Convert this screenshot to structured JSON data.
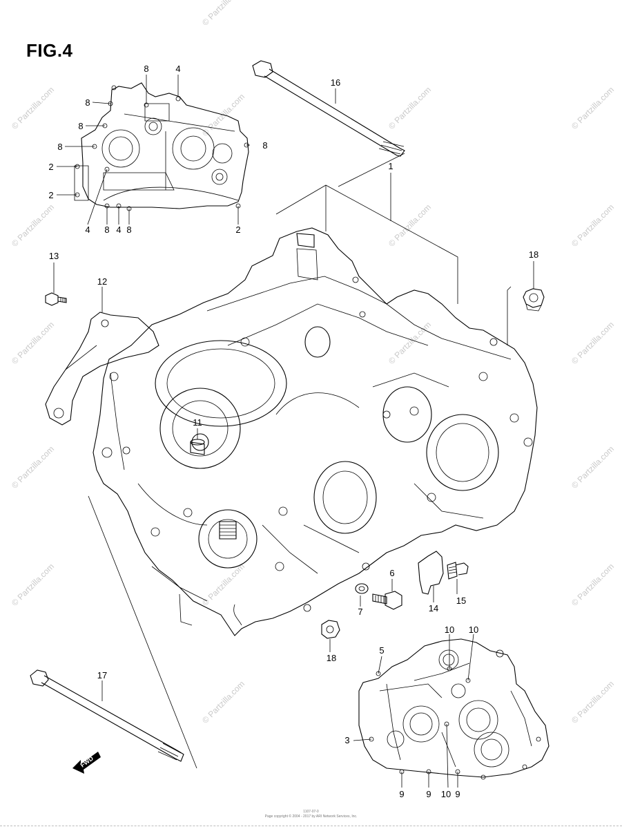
{
  "figure": {
    "title": "FIG.4"
  },
  "watermark": {
    "text": "© Partzilla.com"
  },
  "forward_arrow": {
    "label": "FWD"
  },
  "footer": {
    "line1": "1107-07-0",
    "line2": "Page copyright © 2004 - 2017 by ARI Network Services, Inc."
  },
  "callouts": [
    "1",
    "2",
    "2",
    "2",
    "3",
    "4",
    "4",
    "4",
    "5",
    "6",
    "7",
    "8",
    "8",
    "8",
    "8",
    "8",
    "8",
    "8",
    "8",
    "9",
    "9",
    "9",
    "10",
    "10",
    "10",
    "11",
    "12",
    "13",
    "14",
    "15",
    "16",
    "17",
    "18",
    "18"
  ]
}
